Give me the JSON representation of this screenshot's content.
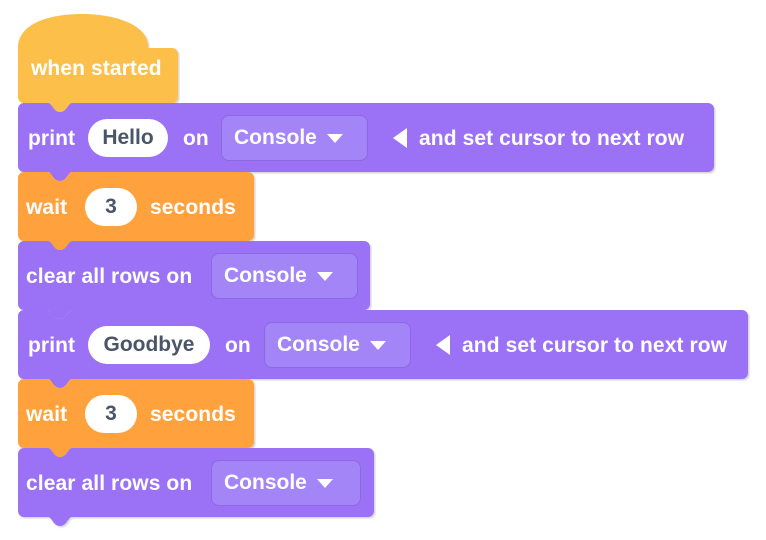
{
  "editor": {
    "name": "block-programming-canvas",
    "background": "#ffffff"
  },
  "colors": {
    "hat_block": "#FCBF49",
    "wait_block": "#FFA23E",
    "print_block": "#9B72F5",
    "dropdown_field": "#A385F7",
    "dropdown_border": "#8A6AE0",
    "oval_field_bg": "#FFFFFF",
    "oval_field_text": "#4A5568",
    "block_text": "#FFFFFF"
  },
  "script": {
    "blocks": [
      {
        "id": "when-started",
        "kind": "hat",
        "color": "#FCBF49",
        "label": "when started"
      },
      {
        "id": "print-hello",
        "kind": "statement",
        "color": "#9B72F5",
        "label_1": "print",
        "field_text": "Hello",
        "label_2": "on",
        "dropdown": "Console",
        "icon": "triangle-left-icon",
        "label_3": "and set cursor to next row"
      },
      {
        "id": "wait-3-seconds-1",
        "kind": "statement",
        "color": "#FFA23E",
        "label_1": "wait",
        "field_text": "3",
        "label_2": "seconds"
      },
      {
        "id": "clear-all-rows-1",
        "kind": "statement",
        "color": "#9B72F5",
        "label_1": "clear all rows on",
        "dropdown": "Console"
      },
      {
        "id": "print-goodbye",
        "kind": "statement",
        "color": "#9B72F5",
        "label_1": "print",
        "field_text": "Goodbye",
        "label_2": "on",
        "dropdown": "Console",
        "icon": "triangle-left-icon",
        "label_3": "and set cursor to next row"
      },
      {
        "id": "wait-3-seconds-2",
        "kind": "statement",
        "color": "#FFA23E",
        "label_1": "wait",
        "field_text": "3",
        "label_2": "seconds"
      },
      {
        "id": "clear-all-rows-2",
        "kind": "statement",
        "color": "#9B72F5",
        "label_1": "clear all rows on",
        "dropdown": "Console"
      }
    ]
  }
}
